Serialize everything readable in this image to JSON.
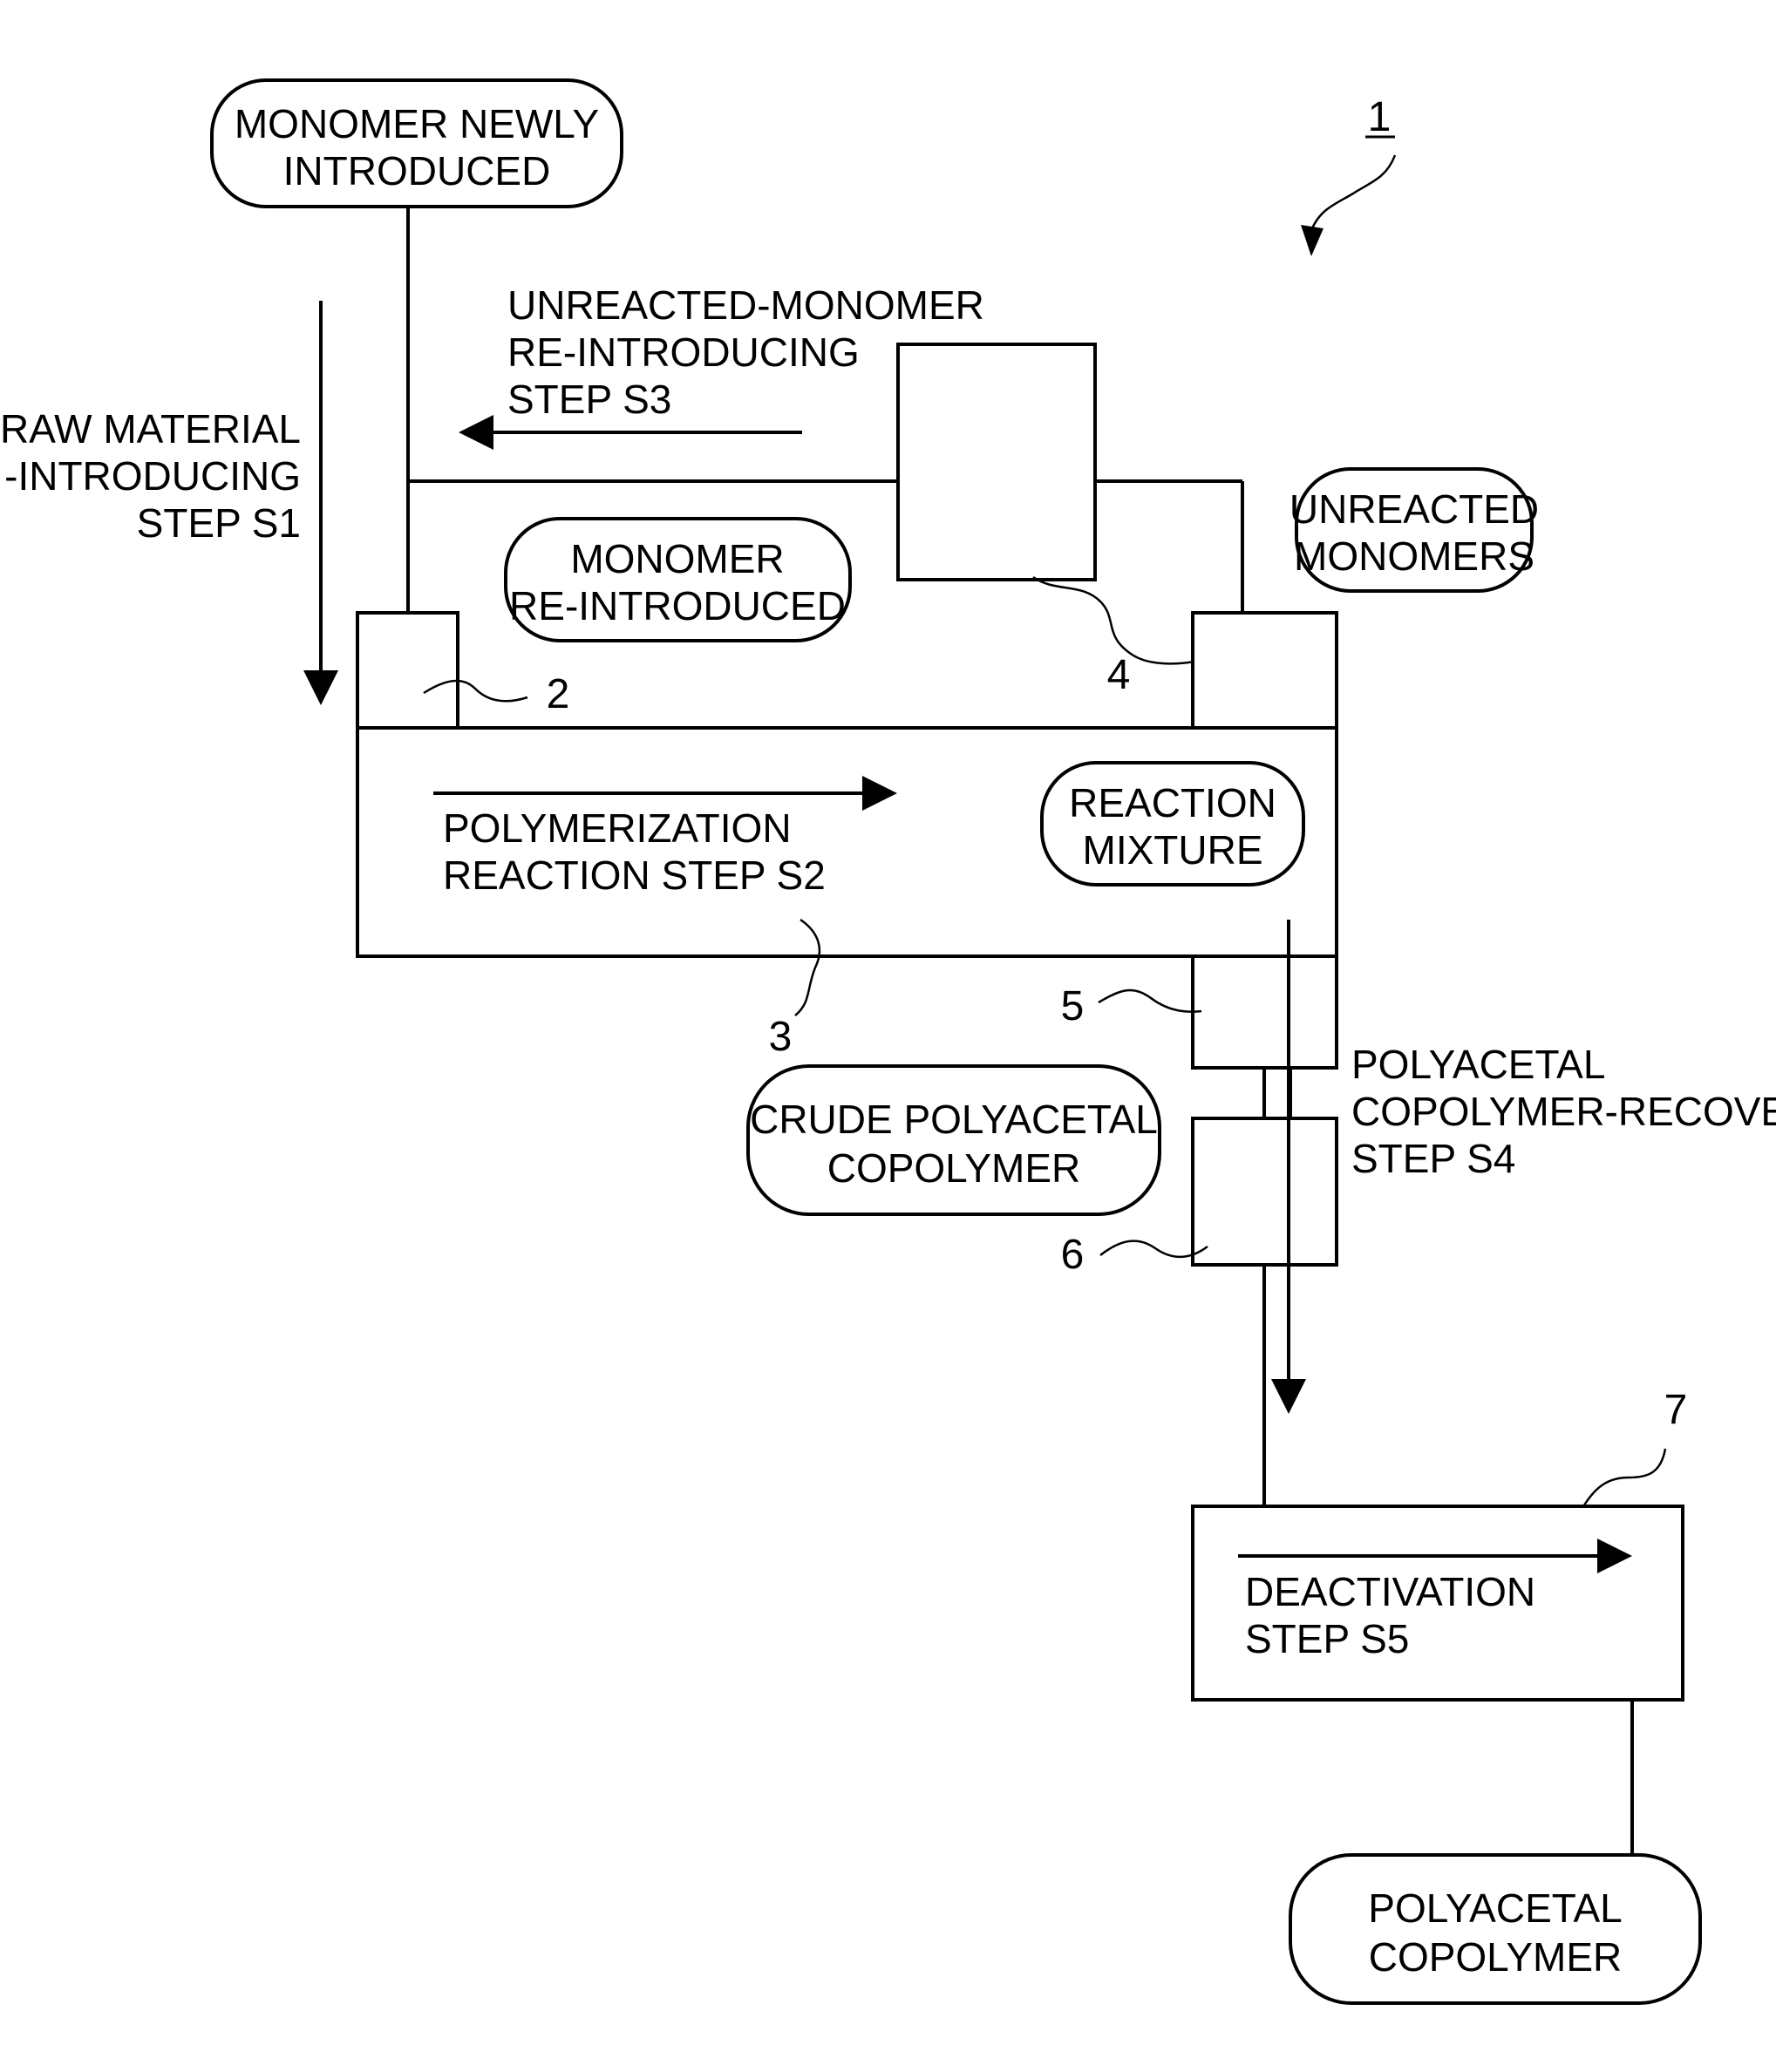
{
  "figure_ref": "1",
  "terminals": {
    "monomer_new": [
      "MONOMER NEWLY",
      "INTRODUCED"
    ],
    "monomer_reintroduced": [
      "MONOMER",
      "RE-INTRODUCED"
    ],
    "unreacted_monomers": [
      "UNREACTED",
      "MONOMERS"
    ],
    "reaction_mixture": [
      "REACTION",
      "MIXTURE"
    ],
    "crude_polyacetal": [
      "CRUDE POLYACETAL",
      "COPOLYMER"
    ],
    "polyacetal_copolymer": [
      "POLYACETAL",
      "COPOLYMER"
    ]
  },
  "steps": {
    "s1": [
      "RAW MATERIAL",
      "-INTRODUCING",
      "STEP S1"
    ],
    "s2": [
      "POLYMERIZATION",
      "REACTION STEP S2"
    ],
    "s3": [
      "UNREACTED-MONOMER",
      "RE-INTRODUCING",
      "STEP S3"
    ],
    "s4": [
      "POLYACETAL",
      "COPOLYMER-RECOVERY",
      "STEP S4"
    ],
    "s5": [
      "DEACTIVATION",
      "STEP S5"
    ]
  },
  "refs": {
    "r2": "2",
    "r3": "3",
    "r4": "4",
    "r5": "5",
    "r6": "6",
    "r7": "7"
  }
}
